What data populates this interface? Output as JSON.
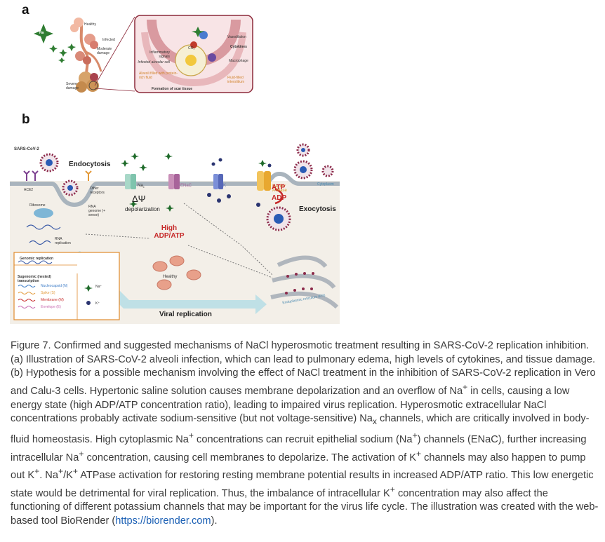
{
  "panel_a": {
    "letter": "a",
    "labels": {
      "na": "Na",
      "healthy": "Healthy",
      "infected": "Infected",
      "moderate_damage": "Moderate damage",
      "severe_damage": "Severe damage",
      "vasodilation": "Vasodilation",
      "cytokines": "Cytokines",
      "macrophage": "Macrophage",
      "inflammatory_signals": "Inflammatory signals",
      "infected_alveolar_cell": "Infected alveolar cell",
      "alveoli_filled": "Alveoli filled with protein-rich fluid",
      "fluid_filled": "Fluid-filled interstitium",
      "scar_tissue": "Formation of scar tissue",
      "co2": "CO₂"
    }
  },
  "panel_b": {
    "letter": "b",
    "labels": {
      "sars": "SARS-CoV-2",
      "endocytosis": "Endocytosis",
      "ace2": "ACE2",
      "other_receptors": "Other receptors",
      "ribosome": "Ribosome",
      "rna_genome": "RNA genome (+ sense)",
      "rna_replication": "RNA replication",
      "nax": "Na",
      "nax_sub": "x",
      "delta_psi": "ΔΨ",
      "depolarization": "depolarization",
      "enac": "ENaC",
      "k": "K",
      "atpase": "Na⁺/K⁺ ATPase",
      "atp": "ATP",
      "adp": "ADP",
      "exocytosis": "Exocytosis",
      "cytoplasm": "Cytoplasm",
      "high_ratio": "High ADP/ATP",
      "healthy": "Healthy",
      "viral_replication": "Viral replication",
      "er": "Endoplasmic reticulum (ER)",
      "legend_genomic": "Genomic replication",
      "legend_subgenomic": "Sugenomic (nested) transcription",
      "legend_n": "Nucleocapsid (N)",
      "legend_s": "Spike (S)",
      "legend_m": "Membrane (M)",
      "legend_e": "Envelope (E)",
      "legend_na": "Na⁺",
      "legend_k": "K⁺"
    },
    "colors": {
      "membrane": "#a9b4bd",
      "cytoplasm": "#f3efe8",
      "virus": "#8c2a4a",
      "na_ion": "#1f6b2a",
      "k_ion": "#2a3470",
      "red_text": "#c62828",
      "legend_border": "#e08a2c",
      "arrow": "#bfe0e6"
    }
  },
  "caption": {
    "fig": "Figure 7. Confirmed and suggested mechanisms of NaCl hyperosmotic treatment resulting in SARS-CoV-2 replication inhibition. (a) Illustration of SARS-CoV-2 alveoli infection, which can lead to pulmonary edema, high levels of cytokines, and tissue damage. (b) Hypothesis for a possible mechanism involving the effect of NaCl treatment in the inhibition of SARS-CoV-2 replication in Vero and Calu-3 cells. Hypertonic saline solution causes membrane depolarization and an overflow of Na",
    "p1": " in cells, causing a low energy state (high ADP/ATP concentration ratio), leading to impaired virus replication. Hyperosmotic extracellular NaCl concentrations probably activate sodium-sensitive (but not voltage-sensitive) Na",
    "p2": " channels, which are critically involved in body-fluid homeostasis. High cytoplasmic Na",
    "p3": " concentrations can recruit epithelial sodium (Na",
    "p4": ") channels (ENaC), further increasing intracellular Na",
    "p5": " concentration, causing cell membranes to depolarize. The activation of K",
    "p6": " channels may also happen to pump out K",
    "p7": ". Na",
    "p8": "/K",
    "p9": " ATPase activation for restoring resting membrane potential results in increased ADP/ATP ratio. This low energetic state would be detrimental for viral replication. Thus, the imbalance of intracellular K",
    "p10": " concentration may also affect the functioning of different potassium channels that may be important for the virus life cycle. The illustration was created with the web-based tool BioRender (",
    "link": "https://biorender.com",
    "end": ").",
    "sup_plus": "+",
    "sub_x": "x"
  }
}
